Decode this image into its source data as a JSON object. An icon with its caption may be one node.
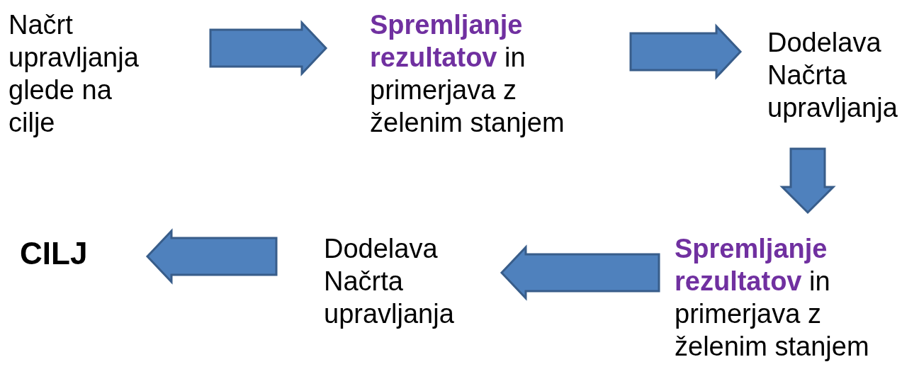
{
  "diagram": {
    "nodes": [
      {
        "text": [
          "Načrt upravljanja glede na cilje"
        ]
      },
      {
        "text": [
          "**Spremljanje rezultatov** in primerjava z želenim stanjem"
        ]
      },
      {
        "text": [
          "Dodelava Načrta upravljanja"
        ]
      },
      {
        "text": [
          "**Spremljanje rezultatov** in primerjava z želenim stanjem"
        ]
      },
      {
        "text": [
          "Dodelava Načrta upravljanja"
        ]
      },
      {
        "text": [
          "CILJ"
        ]
      }
    ],
    "edges": [
      {
        "from": 0,
        "to": 1,
        "arrow": "to"
      },
      {
        "from": 1,
        "to": 2,
        "arrow": "to"
      },
      {
        "from": 2,
        "to": 3,
        "arrow": "to"
      },
      {
        "from": 3,
        "to": 4,
        "arrow": "to"
      },
      {
        "from": 4,
        "to": 5,
        "arrow": "to"
      }
    ]
  }
}
